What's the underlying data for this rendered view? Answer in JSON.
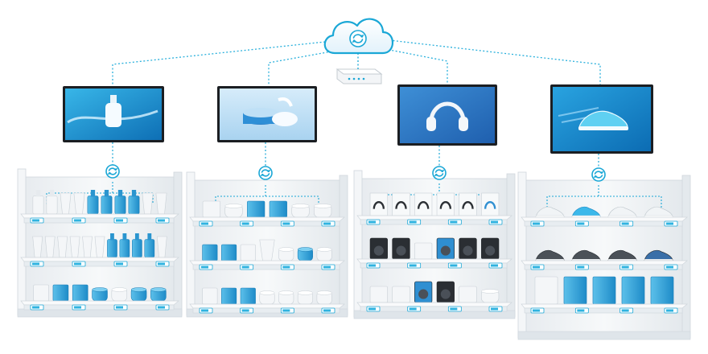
{
  "diagram": {
    "hub": {
      "icon": "cloud-sync-icon",
      "device": "gateway-box"
    },
    "colors": {
      "accent": "#1aa7d6",
      "tag": "#2fb3e0",
      "shelf": "#eef1f4",
      "shelf_edge": "#cfd6dc",
      "screen_frame": "#1b1e22",
      "product_blue": "#3ba9dc",
      "product_white": "#f4f6f8"
    },
    "units": [
      {
        "id": "cosmetics",
        "screen_image": "water-splash-bottle",
        "sync_icon": "sync-icon"
      },
      {
        "id": "skincare",
        "screen_image": "cream-jars",
        "sync_icon": "sync-icon"
      },
      {
        "id": "audio",
        "screen_image": "headphones",
        "sync_icon": "sync-icon"
      },
      {
        "id": "footwear",
        "screen_image": "sneaker",
        "sync_icon": "sync-icon"
      }
    ]
  }
}
